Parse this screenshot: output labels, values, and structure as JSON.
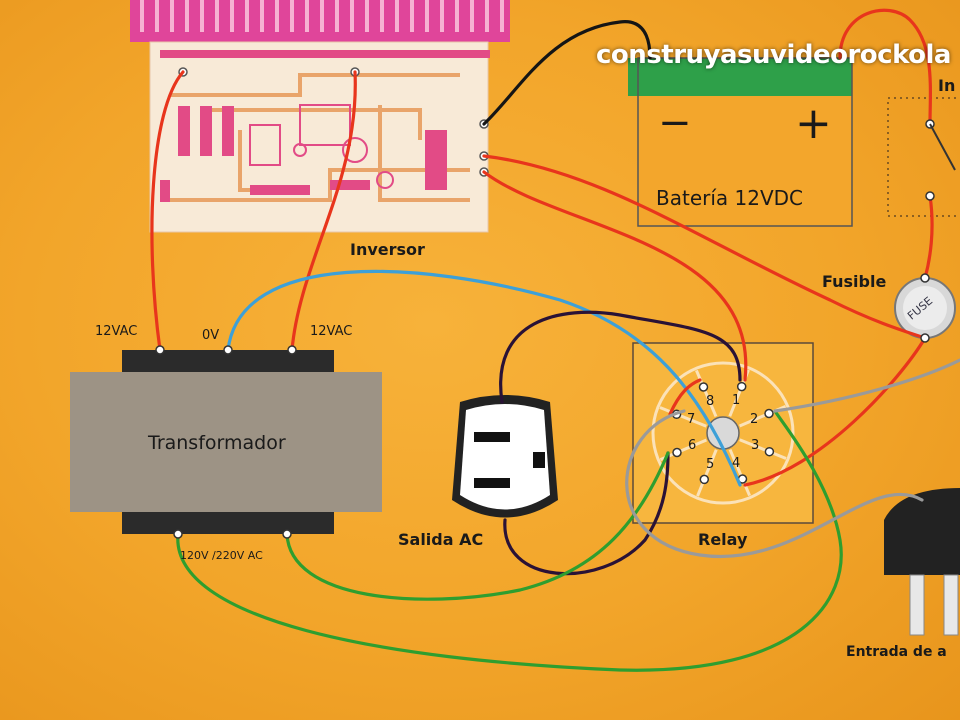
{
  "watermark": "construyasuvideorockola",
  "components": {
    "inverter_label": "Inversor",
    "battery_label": "Batería 12VDC",
    "battery_minus": "−",
    "battery_plus": "+",
    "fuse_label": "Fusible",
    "fuse_text": "FUSE",
    "transformer_label": "Transformador",
    "transformer_top_left": "12VAC",
    "transformer_top_mid": "0V",
    "transformer_top_right": "12VAC",
    "transformer_bottom": "120V /220V AC",
    "outlet_label": "Salida AC",
    "relay_label": "Relay",
    "input_label": "Entrada de a",
    "edge_label": "In"
  },
  "relay_pins": [
    "1",
    "2",
    "3",
    "4",
    "5",
    "6",
    "7",
    "8"
  ],
  "colors": {
    "background": "#f2a52a",
    "wire_red": "#e8351c",
    "wire_blue": "#3da0d8",
    "wire_green": "#2f9e2f",
    "wire_dark": "#2a1236",
    "wire_gray": "#9a9a9a",
    "wire_black": "#151515",
    "pcb": "#f8ead7",
    "heatsink": "#e0459a"
  }
}
